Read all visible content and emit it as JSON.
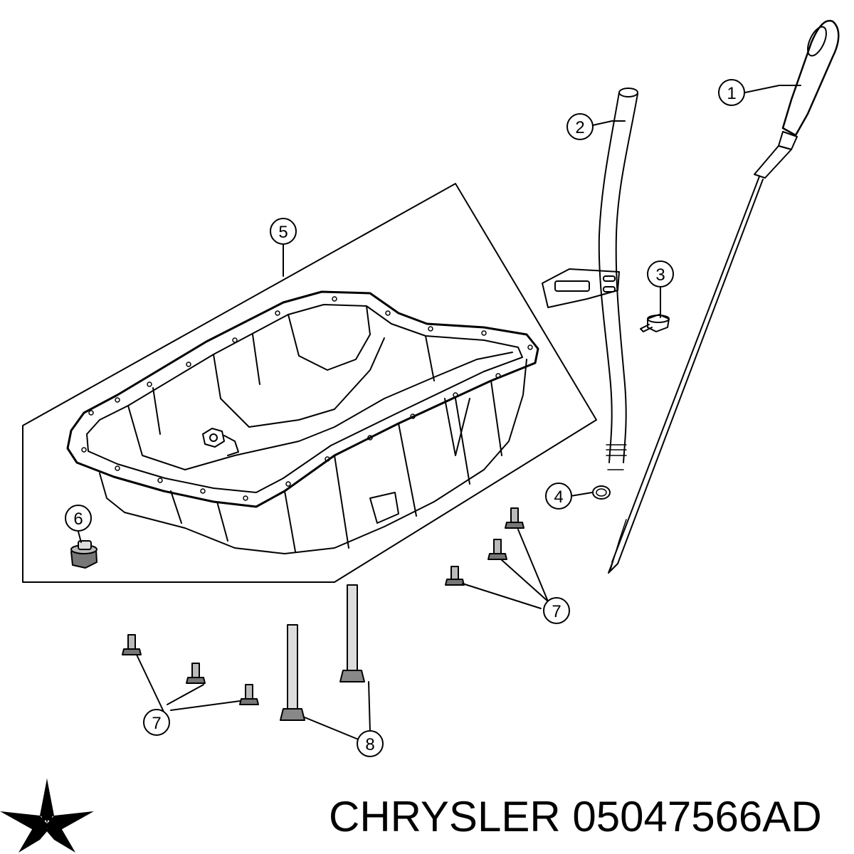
{
  "callouts": [
    {
      "id": "callout-1",
      "label": "1"
    },
    {
      "id": "callout-2",
      "label": "2"
    },
    {
      "id": "callout-3",
      "label": "3"
    },
    {
      "id": "callout-4",
      "label": "4"
    },
    {
      "id": "callout-5",
      "label": "5"
    },
    {
      "id": "callout-6",
      "label": "6"
    },
    {
      "id": "callout-7a",
      "label": "7"
    },
    {
      "id": "callout-7b",
      "label": "7"
    },
    {
      "id": "callout-8",
      "label": "8"
    }
  ],
  "footer": {
    "brand": "CHRYSLER",
    "part_number": "05047566AD",
    "logo_icon": "pentastar-logo-icon"
  },
  "colors": {
    "line": "#000000",
    "background": "#ffffff"
  }
}
